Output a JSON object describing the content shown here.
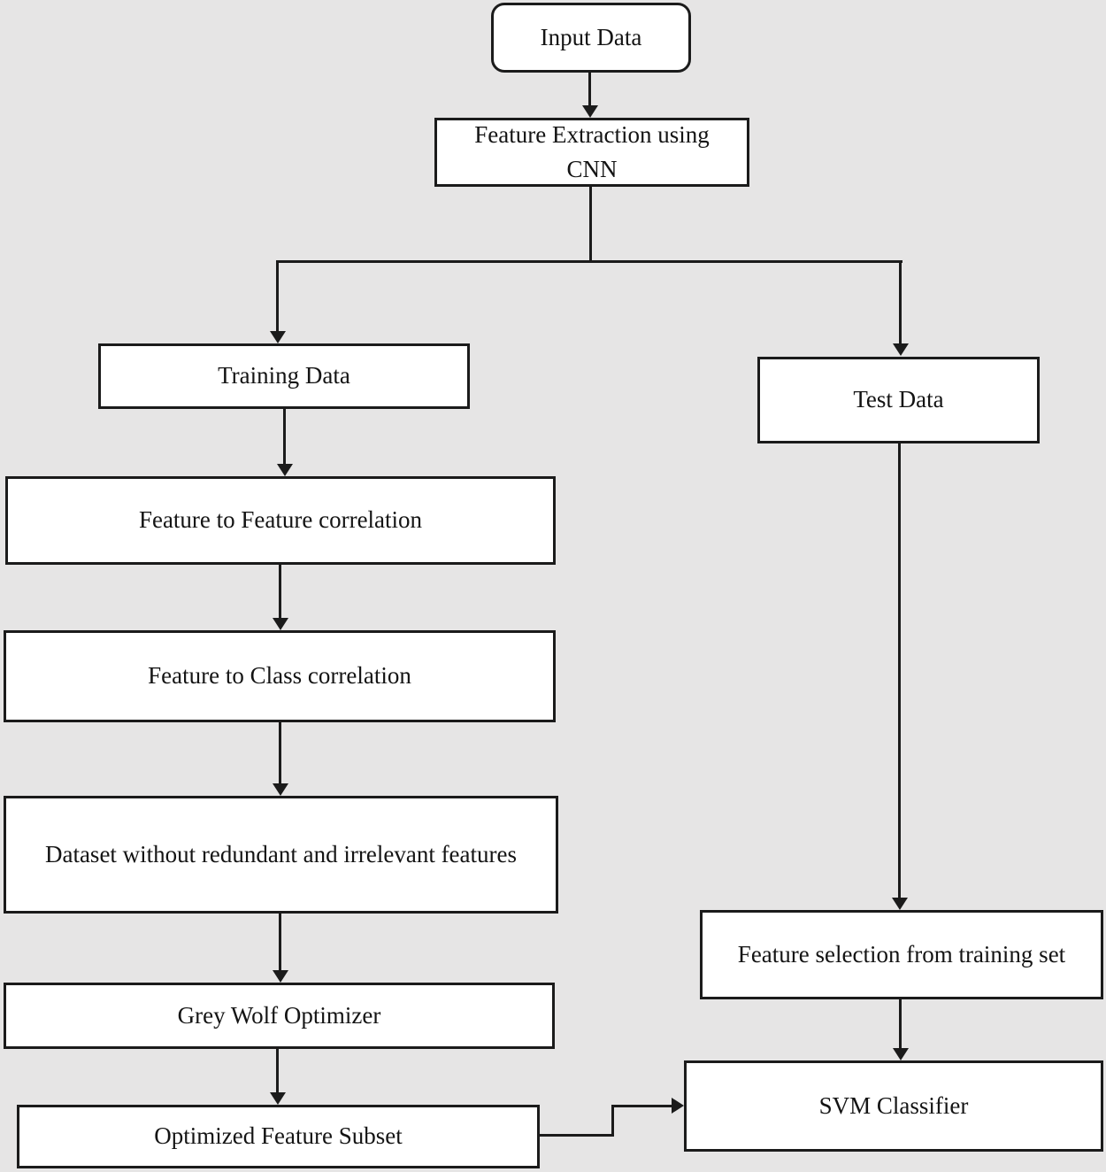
{
  "diagram": {
    "title": "CNN feature extraction with Grey Wolf Optimizer feature selection and SVM classification flowchart",
    "colors": {
      "background": "#e6e5e5",
      "box_fill": "#ffffff",
      "line": "#1b1b1b",
      "text": "#141414"
    },
    "nodes": {
      "input_data": {
        "label": "Input Data",
        "shape": "rounded-rectangle"
      },
      "feature_extraction": {
        "label": "Feature Extraction using CNN",
        "shape": "rectangle"
      },
      "training_data": {
        "label": "Training Data",
        "shape": "rectangle"
      },
      "feature_to_feature": {
        "label": "Feature to Feature correlation",
        "shape": "rectangle"
      },
      "feature_to_class": {
        "label": "Feature to Class correlation",
        "shape": "rectangle"
      },
      "dataset_clean": {
        "label": "Dataset without redundant and irrelevant features",
        "shape": "rectangle"
      },
      "grey_wolf": {
        "label": "Grey Wolf Optimizer",
        "shape": "rectangle"
      },
      "optimized_subset": {
        "label": "Optimized Feature Subset",
        "shape": "rectangle"
      },
      "test_data": {
        "label": "Test Data",
        "shape": "rectangle"
      },
      "feature_selection": {
        "label": "Feature selection from training set",
        "shape": "rectangle"
      },
      "svm": {
        "label": "SVM Classifier",
        "shape": "rectangle"
      }
    },
    "edges": [
      {
        "from": "input_data",
        "to": "feature_extraction"
      },
      {
        "from": "feature_extraction",
        "to": "training_data"
      },
      {
        "from": "feature_extraction",
        "to": "test_data"
      },
      {
        "from": "training_data",
        "to": "feature_to_feature"
      },
      {
        "from": "feature_to_feature",
        "to": "feature_to_class"
      },
      {
        "from": "feature_to_class",
        "to": "dataset_clean"
      },
      {
        "from": "dataset_clean",
        "to": "grey_wolf"
      },
      {
        "from": "grey_wolf",
        "to": "optimized_subset"
      },
      {
        "from": "test_data",
        "to": "feature_selection"
      },
      {
        "from": "feature_selection",
        "to": "svm"
      },
      {
        "from": "optimized_subset",
        "to": "svm"
      }
    ]
  }
}
